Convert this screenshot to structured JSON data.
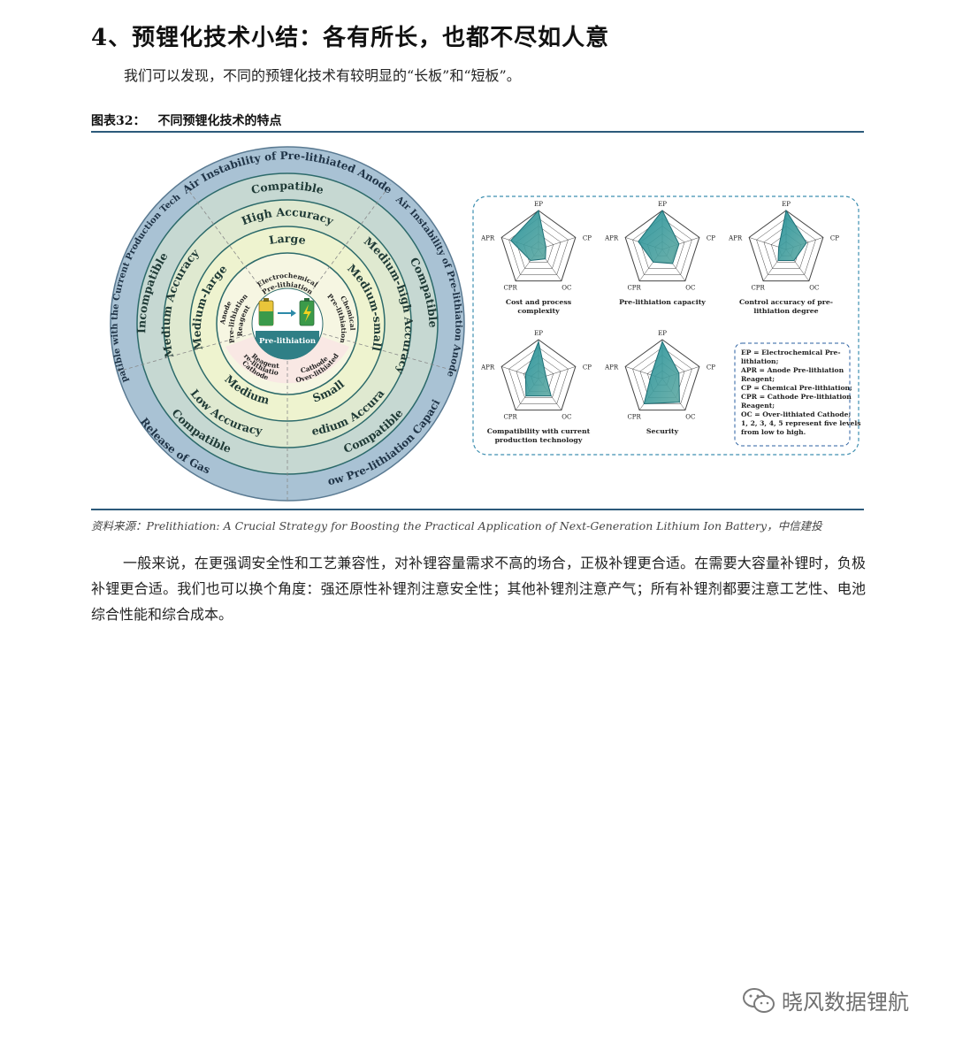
{
  "heading": "4、预锂化技术小结：各有所长，也都不尽如人意",
  "intro": "我们可以发现，不同的预锂化技术有较明显的“长板”和“短板”。",
  "figure": {
    "label": "图表32：",
    "title": "不同预锂化技术的特点",
    "rings": {
      "outer": {
        "top": "Air Instability of Pre-lithiated Anode",
        "left": "Incompatible with the Current Production Technology",
        "right": "Air Instability of Pre-lithiation Anode",
        "bottom_left": "Release of Gas",
        "bottom_right": "Low Pre-lithiation Capacity"
      },
      "ring2": {
        "top": "Compatible",
        "left": "Incompatible",
        "right": "Compatible",
        "bottom_left": "Compatible",
        "bottom_right": "Compatible"
      },
      "ring3": {
        "top": "High Accuracy",
        "left": "Medium Accuracy",
        "right": "Medium-high Accuracy",
        "bottom_left": "Low Accuracy",
        "bottom_right": "Medium Accuracy"
      },
      "ring4": {
        "top": "Large",
        "left": "Medium-large",
        "right": "Medium-small",
        "bottom_left": "Medium",
        "bottom_right": "Small"
      },
      "inner": {
        "top_1": "Electrochemical",
        "top_2": "Pre-lithiation",
        "left_1": "Anode",
        "left_2": "Pre-lithiation",
        "left_3": "Reagent",
        "right_1": "Chemical",
        "right_2": "Pre-lithiation",
        "bl_1": "Cathode",
        "bl_2": "Pre-lithiation",
        "bl_3": "Reagent",
        "br_1": "Over-lithiated",
        "br_2": "Cathode"
      },
      "center": "Pre-lithiation"
    },
    "radar_axes": [
      "EP",
      "CP",
      "OC",
      "CPR",
      "APR"
    ],
    "radars": [
      {
        "title": "Cost and process",
        "title2": "complexity"
      },
      {
        "title": "Pre-lithiation capacity",
        "title2": ""
      },
      {
        "title": "Control accuracy of pre-",
        "title2": "lithiation degree"
      },
      {
        "title": "Compatibility with current",
        "title2": "production technology"
      },
      {
        "title": "Security",
        "title2": ""
      }
    ],
    "legend": [
      "EP = Electrochemical Pre-",
      "lithiation;",
      "APR = Anode Pre-lithiation",
      "Reagent;",
      "CP = Chemical Pre-lithiation;",
      "CPR = Cathode Pre-lithiation",
      "Reagent;",
      "OC = Over-lithiated Cathode;",
      "1, 2, 3, 4, 5 represent five levels",
      "from low to high."
    ]
  },
  "source": "资料来源：Prelithiation: A Crucial Strategy for Boosting the Practical Application of Next-Generation Lithium Ion Battery，中信建投",
  "body": "一般来说，在更强调安全性和工艺兼容性，对补锂容量需求不高的场合，正极补锂更合适。在需要大容量补锂时，负极补锂更合适。我们也可以换个角度：强还原性补锂剂注意安全性；其他补锂剂注意产气；所有补锂剂都要注意工艺性、电池综合性能和综合成本。",
  "watermark": "晓风数据锂航",
  "colors": {
    "rule": "#2c5a7a",
    "outer_ring": "#a9c2d4",
    "ring2": "#c6d8d2",
    "ring3": "#dfe9d0",
    "ring4": "#eef3cf",
    "inner": "#f6f6e2",
    "center": "#2f7f86",
    "radar_fill": "#2a9ca0"
  }
}
